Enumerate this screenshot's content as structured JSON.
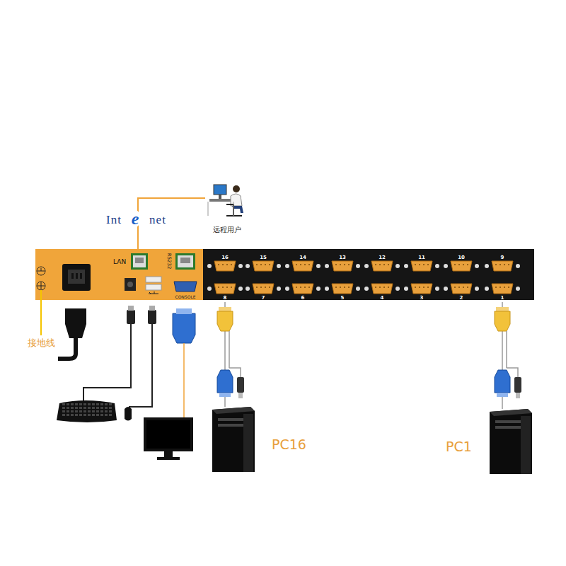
{
  "diagram": {
    "nodes": [
      {
        "text": [
          "远程用户"
        ]
      },
      {
        "text": [
          "LAN"
        ]
      },
      {
        "text": [
          "8"
        ]
      },
      {
        "text": [
          "1"
        ]
      },
      {
        "text": [
          "PC16"
        ]
      },
      {
        "text": [
          "PC1"
        ]
      }
    ],
    "edges": [
      {
        "from": 1,
        "to": 0,
        "arrow": "none"
      },
      {
        "from": 2,
        "to": 4,
        "arrow": "none"
      },
      {
        "from": 3,
        "to": 5,
        "arrow": "none"
      }
    ],
    "labels": [
      "Int",
      "e",
      "net",
      "RS232",
      "CONSOLE",
      "接地线",
      "16",
      "15",
      "14",
      "13",
      "12",
      "11",
      "10",
      "9",
      "7",
      "6",
      "5",
      "4",
      "3",
      "2"
    ]
  }
}
